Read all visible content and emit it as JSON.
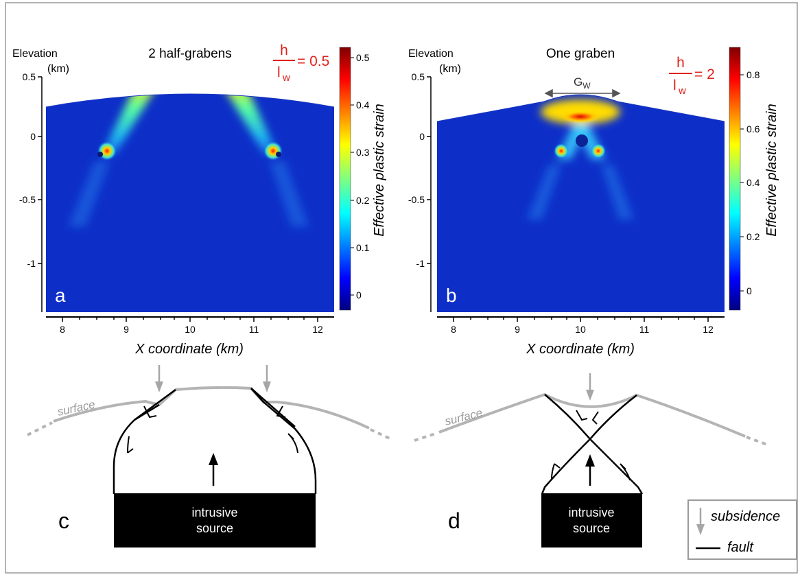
{
  "colors": {
    "field_blue": "#0d2fc8",
    "strain_red": "#ff2a00",
    "ratio_red": "#e0211b",
    "surface_gray": "#b4b4b4",
    "arrow_gray": "#a6a6a6",
    "frame_gray": "#9a9a9a",
    "black": "#000000"
  },
  "panel_a": {
    "letter": "a",
    "title": "2 half-grabens",
    "ylabel_line1": "Elevation",
    "ylabel_line2": "(km)",
    "ratio_h": "h",
    "ratio_lw": "l",
    "ratio_sub": "w",
    "ratio_eq": "= 0.5",
    "yticks": [
      "0.5",
      "0",
      "-0.5",
      "-1"
    ],
    "xticks": [
      "8",
      "9",
      "10",
      "11",
      "12"
    ],
    "xlabel": "X coordinate (km)",
    "cbar_ticks": [
      "0.5",
      "0.4",
      "0.3",
      "0.2",
      "0.1",
      "0"
    ],
    "cbar_label": "Effective plastic strain"
  },
  "panel_b": {
    "letter": "b",
    "title": "One graben",
    "ylabel_line1": "Elevation",
    "ylabel_line2": "(km)",
    "ratio_h": "h",
    "ratio_lw": "l",
    "ratio_sub": "w",
    "ratio_eq": "= 2",
    "gw_main": "G",
    "gw_sub": "W",
    "yticks": [
      "0.5",
      "0",
      "-0.5",
      "-1"
    ],
    "xticks": [
      "8",
      "9",
      "10",
      "11",
      "12"
    ],
    "xlabel": "X coordinate (km)",
    "cbar_ticks": [
      "0.8",
      "0.6",
      "0.4",
      "0.2",
      "0"
    ],
    "cbar_label": "Effective plastic strain"
  },
  "panel_c": {
    "letter": "c",
    "surface_label": "surface",
    "source_line1": "intrusive",
    "source_line2": "source"
  },
  "panel_d": {
    "letter": "d",
    "surface_label": "surface",
    "source_line1": "intrusive",
    "source_line2": "source"
  },
  "legend": {
    "subsidence": "subsidence",
    "fault": "fault"
  }
}
